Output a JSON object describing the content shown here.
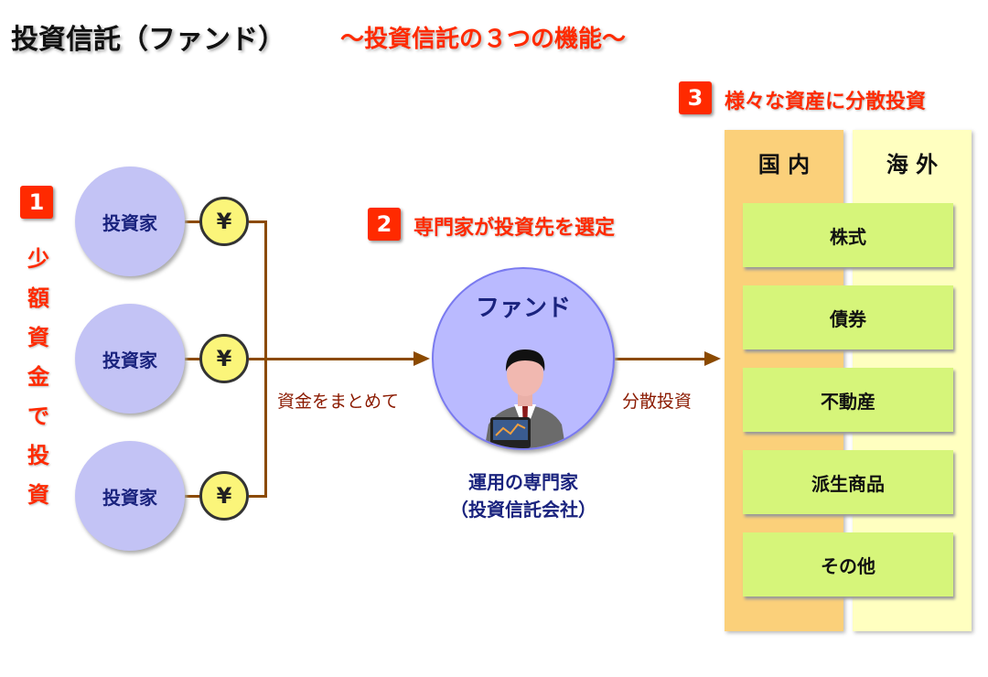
{
  "title": "投資信託（ファンド）",
  "subtitle": "〜投資信託の３つの機能〜",
  "feature1": {
    "number": "1",
    "text": "少額資金で投資"
  },
  "feature2": {
    "number": "2",
    "text": "専門家が投資先を選定"
  },
  "feature3": {
    "number": "3",
    "text": "様々な資産に分散投資"
  },
  "investors": [
    "投資家",
    "投資家",
    "投資家"
  ],
  "yen_symbol": "¥",
  "pool_label": "資金をまとめて",
  "fund": {
    "label": "ファンド",
    "caption_line1": "運用の専門家",
    "caption_line2": "（投資信託会社）"
  },
  "invest_label": "分散投資",
  "columns": {
    "domestic": "国 内",
    "foreign": "海 外"
  },
  "assets": [
    "株式",
    "債券",
    "不動産",
    "派生商品",
    "その他"
  ],
  "colors": {
    "accent": "#ff2a00",
    "arrow": "#8b4a00",
    "investor": "#c3c3f5",
    "domestic": "#fbd07a",
    "foreign": "#ffffc0",
    "asset": "#d6f57a"
  }
}
